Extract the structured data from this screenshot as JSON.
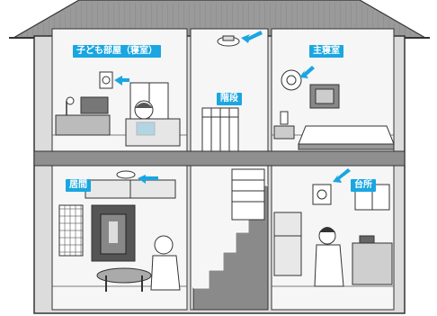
{
  "labels": {
    "child_room": "子ども部屋（寝室）",
    "stairs": "階段",
    "master_bedroom": "主寝室",
    "living_room": "居間",
    "kitchen": "台所"
  },
  "colors": {
    "accent": "#1aa6e0",
    "line": "#333333",
    "wall_gray": "#cfcfcf",
    "dark_gray": "#6b6b6b"
  },
  "icons": [
    "smoke-detector-icon",
    "arrow-icon"
  ]
}
